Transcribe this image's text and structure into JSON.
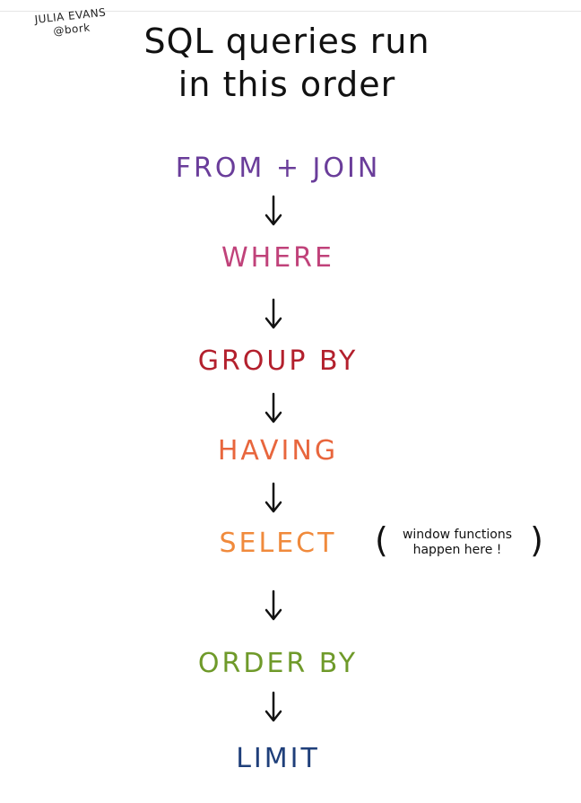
{
  "author": {
    "name": "JULIA EVANS",
    "handle": "@bork"
  },
  "title": {
    "line1": "SQL queries run",
    "line2": "in this order"
  },
  "steps": [
    {
      "label": "FROM + JOIN",
      "color": "#6a3d9a"
    },
    {
      "label": "WHERE",
      "color": "#c0427a"
    },
    {
      "label": "GROUP BY",
      "color": "#b3202d"
    },
    {
      "label": "HAVING",
      "color": "#e8663d"
    },
    {
      "label": "SELECT",
      "color": "#f08a3c"
    },
    {
      "label": "ORDER BY",
      "color": "#6f9a2a"
    },
    {
      "label": "LIMIT",
      "color": "#1f3f7a"
    }
  ],
  "note": {
    "line1": "window functions",
    "line2": "happen here !"
  },
  "arrow_icon": "down-arrow-icon"
}
